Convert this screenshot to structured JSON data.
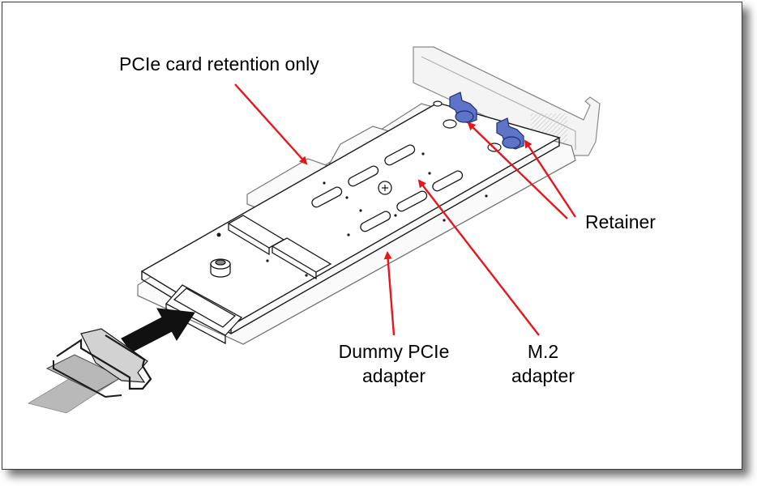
{
  "labels": {
    "retention": "PCIe card retention only",
    "retainer": "Retainer",
    "dummy_line1": "Dummy PCIe",
    "dummy_line2": "adapter",
    "m2_line1": "M.2",
    "m2_line2": "adapter"
  },
  "colors": {
    "callout": "#e8151b",
    "retainer_clip": "#5d74c8",
    "outline": "#1a1a1a"
  }
}
